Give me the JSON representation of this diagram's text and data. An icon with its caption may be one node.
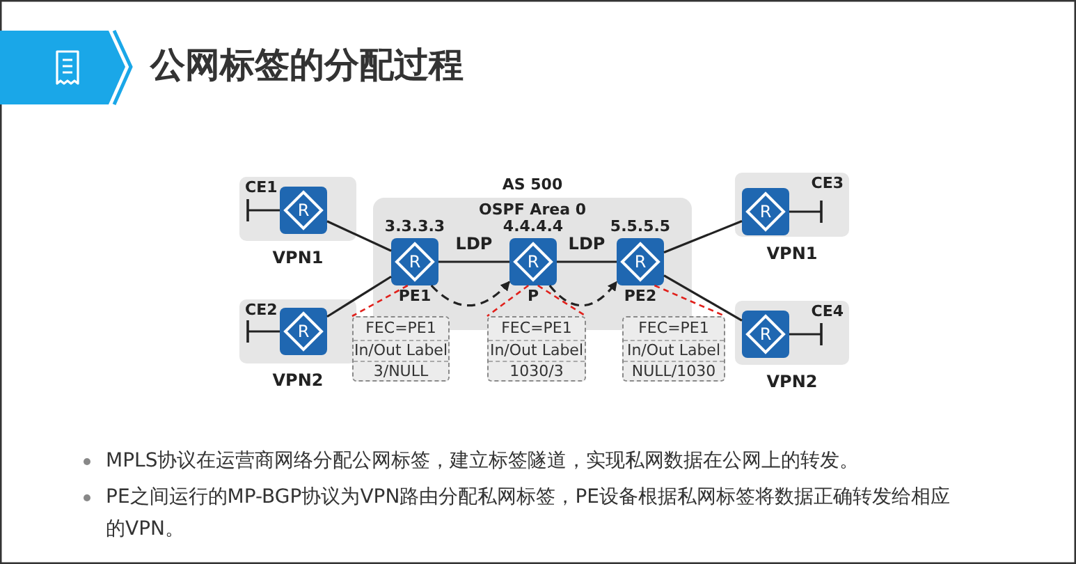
{
  "diagram": {
    "title": "公网标签的分配过程",
    "nodes": [
      {
        "text": [
          "AS 500",
          "OSPF Area 0"
        ]
      },
      {
        "text": [
          "R"
        ],
        "in": 0,
        "beside": [
          "3.3.3.3",
          "PE1"
        ]
      },
      {
        "text": [
          "R"
        ],
        "in": 0,
        "beside": [
          "4.4.4.4",
          "P"
        ]
      },
      {
        "text": [
          "R"
        ],
        "in": 0,
        "beside": [
          "5.5.5.5",
          "PE2"
        ]
      },
      {
        "text": [
          "CE1",
          "VPN1"
        ]
      },
      {
        "text": [
          "R"
        ],
        "in": 4
      },
      {
        "text": [
          "CE2",
          "VPN2"
        ]
      },
      {
        "text": [
          "R"
        ],
        "in": 6
      },
      {
        "text": [
          "CE3",
          "VPN1"
        ]
      },
      {
        "text": [
          "R"
        ],
        "in": 8
      },
      {
        "text": [
          "CE4",
          "VPN2"
        ]
      },
      {
        "text": [
          "R"
        ],
        "in": 10
      },
      {
        "text": [
          "FEC=PE1",
          "In/Out Label",
          "3/NULL"
        ]
      },
      {
        "text": [
          "FEC=PE1",
          "In/Out Label",
          "1030/3"
        ]
      },
      {
        "text": [
          "FEC=PE1",
          "In/Out Label",
          "NULL/1030"
        ]
      }
    ],
    "edges": [
      {
        "from": 5,
        "to": 1,
        "arrow": "none"
      },
      {
        "from": 7,
        "to": 1,
        "arrow": "none"
      },
      {
        "from": 1,
        "to": 2,
        "arrow": "none",
        "label": "LDP"
      },
      {
        "from": 2,
        "to": 3,
        "arrow": "none",
        "label": "LDP"
      },
      {
        "from": 3,
        "to": 9,
        "arrow": "none"
      },
      {
        "from": 3,
        "to": 11,
        "arrow": "none"
      },
      {
        "from": 1,
        "to": 2,
        "arrow": "to",
        "style": "dashed"
      },
      {
        "from": 2,
        "to": 3,
        "arrow": "to",
        "style": "dashed"
      },
      {
        "from": 1,
        "to": 12,
        "arrow": "none",
        "style": "dashed",
        "color": "#e0201b"
      },
      {
        "from": 2,
        "to": 13,
        "arrow": "none",
        "style": "dashed",
        "color": "#e0201b"
      },
      {
        "from": 2,
        "to": 13,
        "arrow": "none",
        "style": "dashed",
        "color": "#e0201b"
      },
      {
        "from": 3,
        "to": 14,
        "arrow": "none",
        "style": "dashed",
        "color": "#e0201b"
      }
    ],
    "labels": [
      "MPLS协议在运营商网络分配公网标签，建立标签隧道，实现私网数据在公网上的转发。",
      "PE之间运行的MP-BGP协议为VPN路由分配私网标签，PE设备根据私网标签将数据正确转发给相应的VPN。"
    ]
  }
}
